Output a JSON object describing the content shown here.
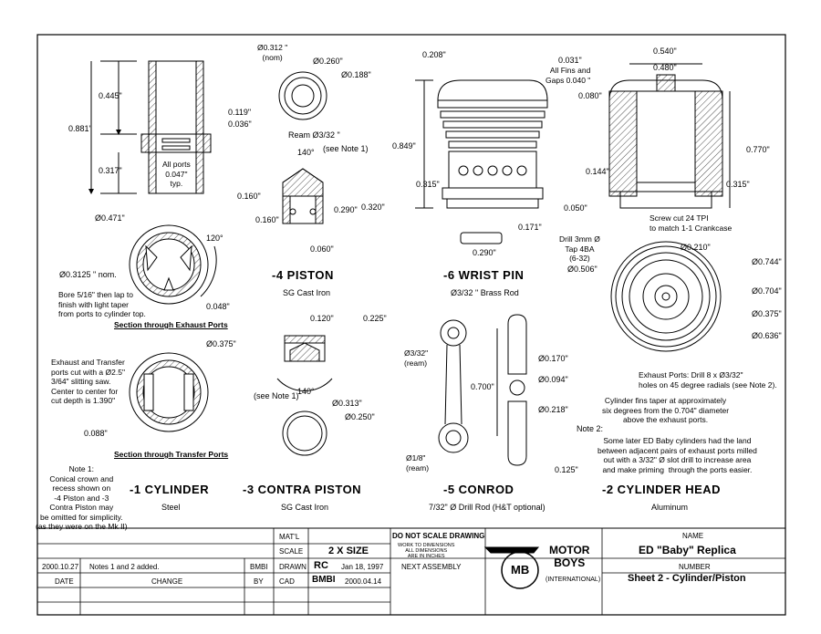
{
  "parts": {
    "cylinder": {
      "title": "-1  CYLINDER",
      "material": "Steel"
    },
    "cylinder_head": {
      "title": "-2  CYLINDER HEAD",
      "material": "Aluminum"
    },
    "contra_piston": {
      "title": "-3  CONTRA PISTON",
      "material": "SG Cast Iron"
    },
    "piston": {
      "title": "-4  PISTON",
      "material": "SG Cast Iron"
    },
    "conrod": {
      "title": "-5  CONROD",
      "material": "7/32\" Ø Drill Rod (H&T optional)"
    },
    "wrist_pin": {
      "title": "-6  WRIST PIN",
      "material": "Ø3/32 \" Brass Rod"
    }
  },
  "sections": {
    "exhaust": "Section through Exhaust Ports",
    "transfer": "Section through Transfer Ports"
  },
  "dims": {
    "cyl_0445": "0.445\"",
    "cyl_0881": "0.881\"",
    "cyl_0317": "0.317\"",
    "cyl_0119": "0.119\"",
    "cyl_0036": "0.036\"",
    "cyl_ports": "All ports\n0.047\"\ntyp.",
    "cyl_0471": "Ø0.471\"",
    "cyl_120": "120°",
    "cyl_03125": "Ø0.3125 \" nom.",
    "cyl_bore": "Bore 5/16\" then lap to\nfinish with light taper\nfrom ports to cylinder top.",
    "cyl_0048": "0.048\"",
    "cyl_0375": "Ø0.375\"",
    "cyl_saw": "Exhaust and Transfer\nports cut with a Ø2.5\"\n3/64\" slitting saw.\nCenter to center for\ncut depth is 1.390\"",
    "cyl_0088": "0.088\"",
    "pis_0312": "Ø0.312 \"\n(nom)",
    "pis_0260": "Ø0.260\"",
    "pis_0188": "Ø0.188\"",
    "pis_ream": "Ream Ø3/32 \"",
    "pis_140": "140°",
    "pis_note1": "(see Note 1)",
    "pis_0160a": "0.160\"",
    "pis_0160b": "0.160\"",
    "pis_0290": "0.290\"",
    "pis_0320": "0.320\"",
    "pis_0060": "0.060\"",
    "cp_0120": "0.120\"",
    "cp_0225": "0.225\"",
    "cp_note1": "(see Note 1)",
    "cp_140": "140°",
    "cp_0313": "Ø0.313\"",
    "cp_0250": "Ø0.250\"",
    "wp_0208": "0.208\"",
    "wp_0031": "0.031\"",
    "wp_fins": "All Fins and\nGaps 0.040 \"",
    "wp_0080": "0.080\"",
    "wp_0849": "0.849\"",
    "wp_0315": "0.315\"",
    "wp_0050": "0.050\"",
    "wp_0171": "0.171\"",
    "wp_0290": "0.290\"",
    "ch_0540": "0.540\"",
    "ch_0480": "0.480\"",
    "ch_0770": "0.770\"",
    "ch_0144": "0.144\"",
    "ch_0315": "0.315\"",
    "ch_screw": "Screw cut 24 TPI\nto match 1-1 Crankcase",
    "ch_drill": "Drill 3mm Ø\nTap 4BA\n(6-32)",
    "ch_0210": "Ø0.210\"",
    "ch_0506": "Ø0.506\"",
    "ch_0744": "Ø0.744\"",
    "ch_0704": "Ø0.704\"",
    "ch_0375": "Ø0.375\"",
    "ch_0636": "Ø0.636\"",
    "ch_exh": "Exhaust Ports: Drill 8 x Ø3/32\"\nholes on 45 degree radials (see Note 2).",
    "ch_fins": "Cylinder fins taper at approximately\nsix degrees from the 0.704\" diameter\nabove the exhaust ports.",
    "ch_note2": "Note 2:",
    "ch_note2_text": "Some later ED Baby cylinders had the land\nbetween adjacent pairs of exhaust ports milled\nout with a 3/32\" Ø slot drill to increase area\nand make priming  through the ports easier.",
    "cr_332": "Ø3/32\"\n(ream)",
    "cr_0700": "0.700\"",
    "cr_0170": "Ø0.170\"",
    "cr_0094": "Ø0.094\"",
    "cr_0218": "Ø0.218\"",
    "cr_18": "Ø1/8\"\n(ream)",
    "cr_0125": "0.125\""
  },
  "note1": "Note 1:\nConical crown and\nrecess shown on\n-4 Piston and -3\nContra Piston may\nbe omitted for simplicity.\n(as they were on the Mk II)",
  "title_block": {
    "rev_date": "2000.10.27",
    "rev_change": "Notes 1 and 2 added.",
    "rev_by": "BMBI",
    "hdr_date": "DATE",
    "hdr_change": "CHANGE",
    "hdr_by": "BY",
    "matl": "MAT'L",
    "scale_label": "SCALE",
    "scale_value": "2 X SIZE",
    "drawn_label": "DRAWN",
    "drawn_value": "RC",
    "drawn_date": "Jan 18, 1997",
    "cad_label": "CAD",
    "cad_value": "BMBI",
    "cad_date": "2000.04.14",
    "no_scale": "DO NOT SCALE DRAWING",
    "dims_note": "WORK TO DIMENSIONS\nALL DIMENSIONS\nARE IN INCHES",
    "next_assembly": "NEXT ASSEMBLY",
    "logo_letters": "MB",
    "company": "MOTOR\nBOYS",
    "company_sub": "(INTERNATIONAL)",
    "name_label": "NAME",
    "name_value": "ED \"Baby\" Replica",
    "number_label": "NUMBER",
    "number_value": "Sheet 2 - Cylinder/Piston"
  }
}
